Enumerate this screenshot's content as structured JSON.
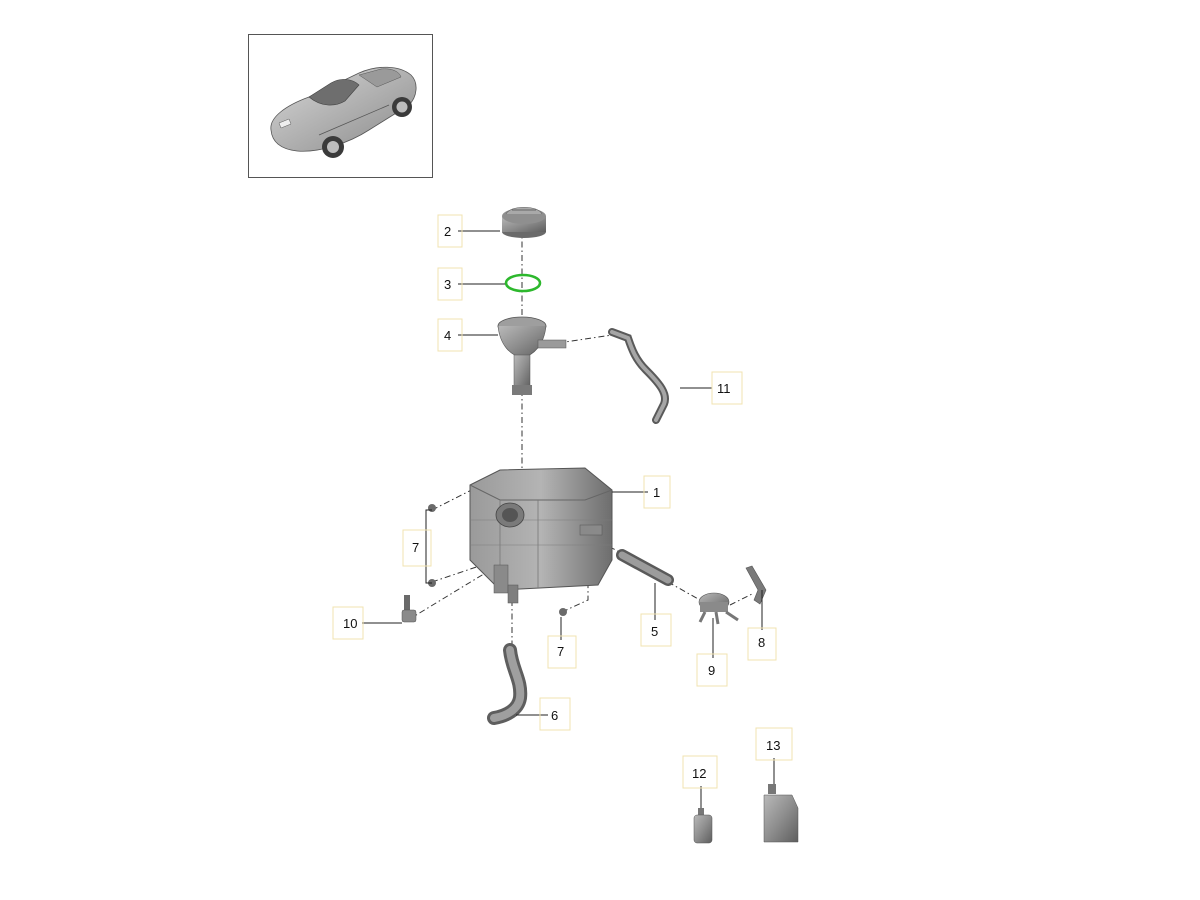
{
  "callouts": [
    {
      "id": "c1",
      "label": "1"
    },
    {
      "id": "c2",
      "label": "2"
    },
    {
      "id": "c3",
      "label": "3"
    },
    {
      "id": "c4",
      "label": "4"
    },
    {
      "id": "c5",
      "label": "5"
    },
    {
      "id": "c6",
      "label": "6"
    },
    {
      "id": "c7a",
      "label": "7"
    },
    {
      "id": "c7b",
      "label": "7"
    },
    {
      "id": "c8",
      "label": "8"
    },
    {
      "id": "c9",
      "label": "9"
    },
    {
      "id": "c10",
      "label": "10"
    },
    {
      "id": "c11",
      "label": "11"
    },
    {
      "id": "c12",
      "label": "12"
    },
    {
      "id": "c13",
      "label": "13"
    }
  ],
  "colors": {
    "part_fill": "#8c8c8c",
    "part_dark": "#5e5e5e",
    "part_light": "#c4c4c4",
    "seal_ring": "#2db82d",
    "callout_frame": "#f1e3b0"
  }
}
